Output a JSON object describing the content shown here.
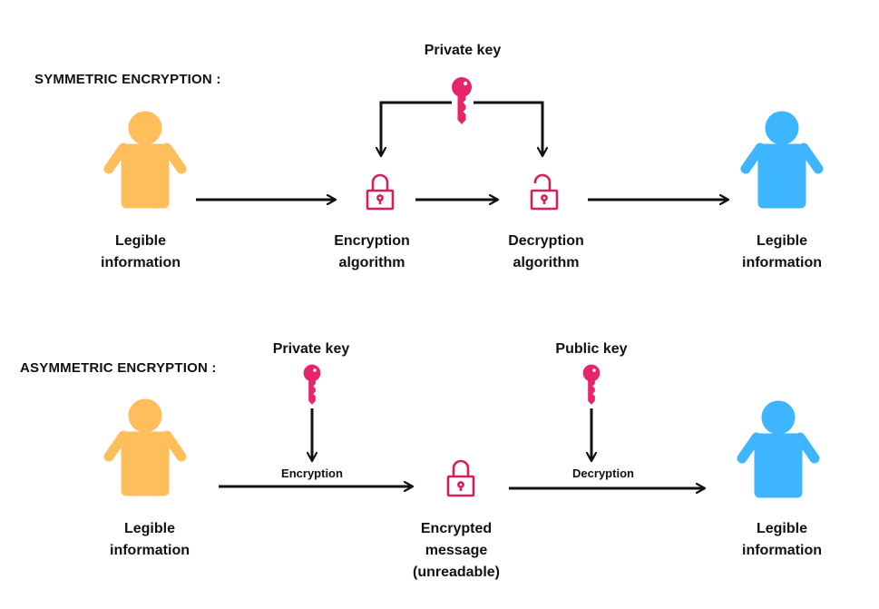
{
  "symmetric": {
    "title": "SYMMETRIC ENCRYPTION :",
    "key_label": "Private key",
    "sender_label": "Legible\ninformation",
    "encryption_label": "Encryption\nalgorithm",
    "decryption_label": "Decryption\nalgorithm",
    "receiver_label": "Legible\ninformation"
  },
  "asymmetric": {
    "title": "ASYMMETRIC ENCRYPTION :",
    "private_key_label": "Private key",
    "public_key_label": "Public key",
    "encryption_arrow_label": "Encryption",
    "decryption_arrow_label": "Decryption",
    "sender_label": "Legible\ninformation",
    "message_label": "Encrypted\nmessage\n(unreadable)",
    "receiver_label": "Legible\ninformation"
  },
  "colors": {
    "sender": "#FFBE5C",
    "receiver": "#3DB5FF",
    "key": "#E8246A",
    "lock": "#D81E5B",
    "arrow": "#111111"
  },
  "icons": {
    "sender": "person-icon",
    "receiver": "person-icon",
    "key": "key-icon",
    "locked": "padlock-closed-icon",
    "unlocked": "padlock-open-icon"
  }
}
